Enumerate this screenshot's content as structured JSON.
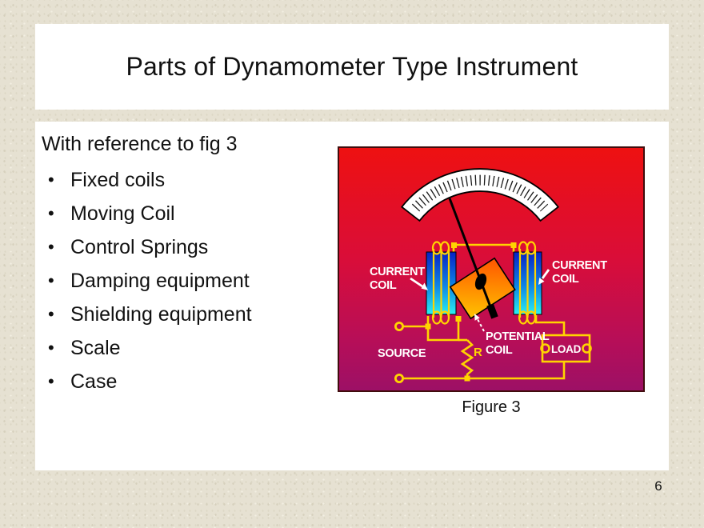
{
  "slide": {
    "title": "Parts of Dynamometer Type Instrument",
    "intro": "With reference to fig 3",
    "bullet_char": "•",
    "bullets": [
      "Fixed coils",
      "Moving Coil",
      "Control Springs",
      "Damping equipment",
      "Shielding equipment",
      "Scale",
      "Case"
    ],
    "figure_caption": "Figure 3",
    "page_number": "6"
  },
  "figure": {
    "labels": {
      "current_coil_left_1": "CURRENT",
      "current_coil_left_2": "COIL",
      "current_coil_right_1": "CURRENT",
      "current_coil_right_2": "COIL",
      "potential_coil_1": "POTENTIAL",
      "potential_coil_2": "COIL",
      "source": "SOURCE",
      "load": "LOAD",
      "resistor": "R"
    },
    "colors": {
      "bg_top": "#ee1111",
      "bg_bottom": "#9c1066",
      "wire": "#ffd400",
      "fixed_coil_top": "#0822c4",
      "fixed_coil_bottom": "#2af0f2",
      "moving_coil_light": "#ffc400",
      "moving_coil_dark": "#ff5500",
      "scale_face": "#ffffff",
      "needle": "#000000",
      "label_text": "#ffffff"
    }
  }
}
